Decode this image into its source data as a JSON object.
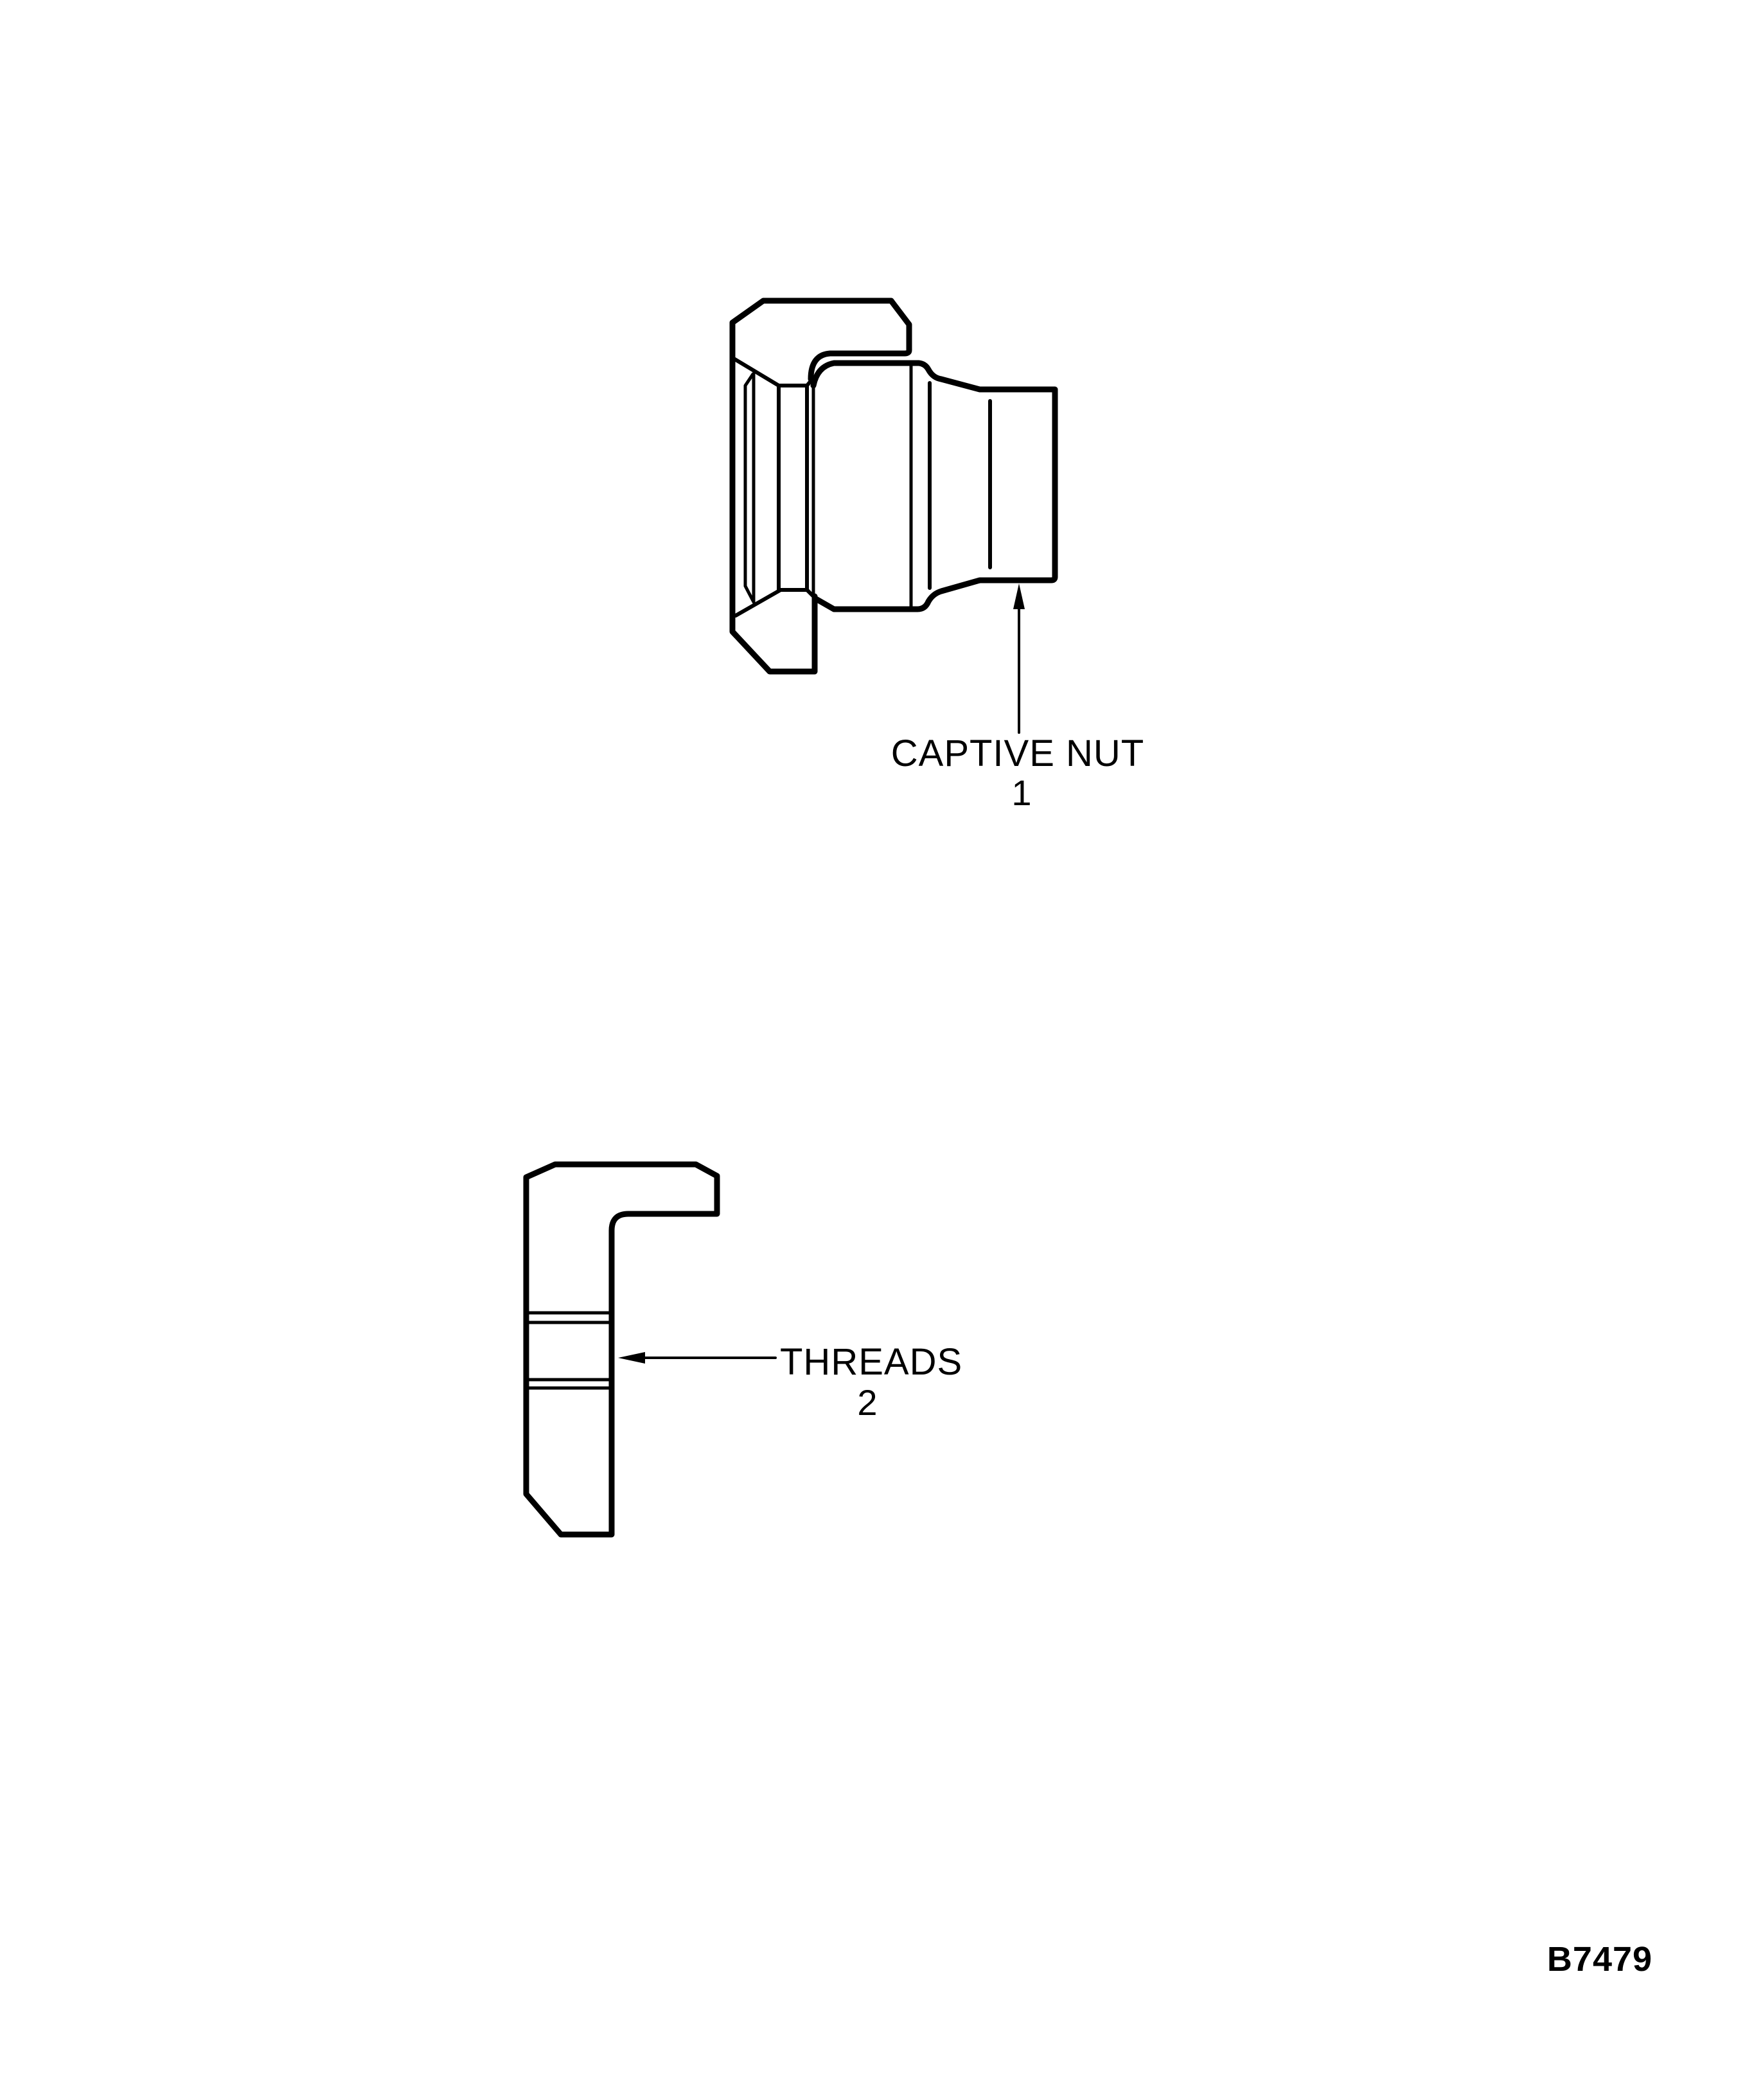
{
  "figure": {
    "id_label": "B7479",
    "background": "#ffffff",
    "ink_color": "#000000"
  },
  "parts": [
    {
      "name": "captive-nut",
      "callout": {
        "label": "CAPTIVE NUT",
        "number": "1"
      }
    },
    {
      "name": "threads",
      "callout": {
        "label": "THREADS",
        "number": "2"
      }
    }
  ]
}
